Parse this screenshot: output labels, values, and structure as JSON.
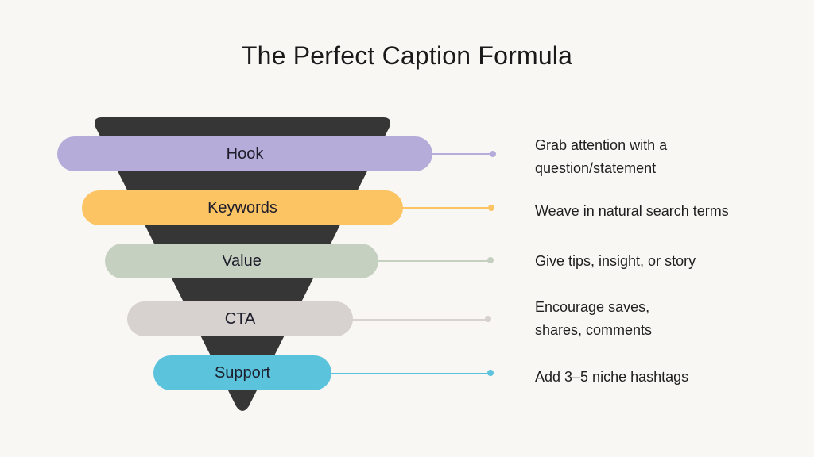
{
  "title": "The Perfect Caption Formula",
  "colors": {
    "background": "#f9f7f4",
    "funnel": "#363636",
    "hook": "#b5acd9",
    "keywords": "#fdc463",
    "value": "#c6d0c0",
    "cta": "#d7d2cf",
    "support": "#5cc3dc"
  },
  "stages": [
    {
      "label": "Hook",
      "description_lines": [
        "Grab attention with a",
        "question/statement"
      ]
    },
    {
      "label": "Keywords",
      "description_lines": [
        "Weave in natural search terms"
      ]
    },
    {
      "label": "Value",
      "description_lines": [
        "Give tips, insight, or story"
      ]
    },
    {
      "label": "CTA",
      "description_lines": [
        "Encourage saves,",
        "shares, comments"
      ]
    },
    {
      "label": "Support",
      "description_lines": [
        "Add 3–5 niche hashtags"
      ]
    }
  ]
}
